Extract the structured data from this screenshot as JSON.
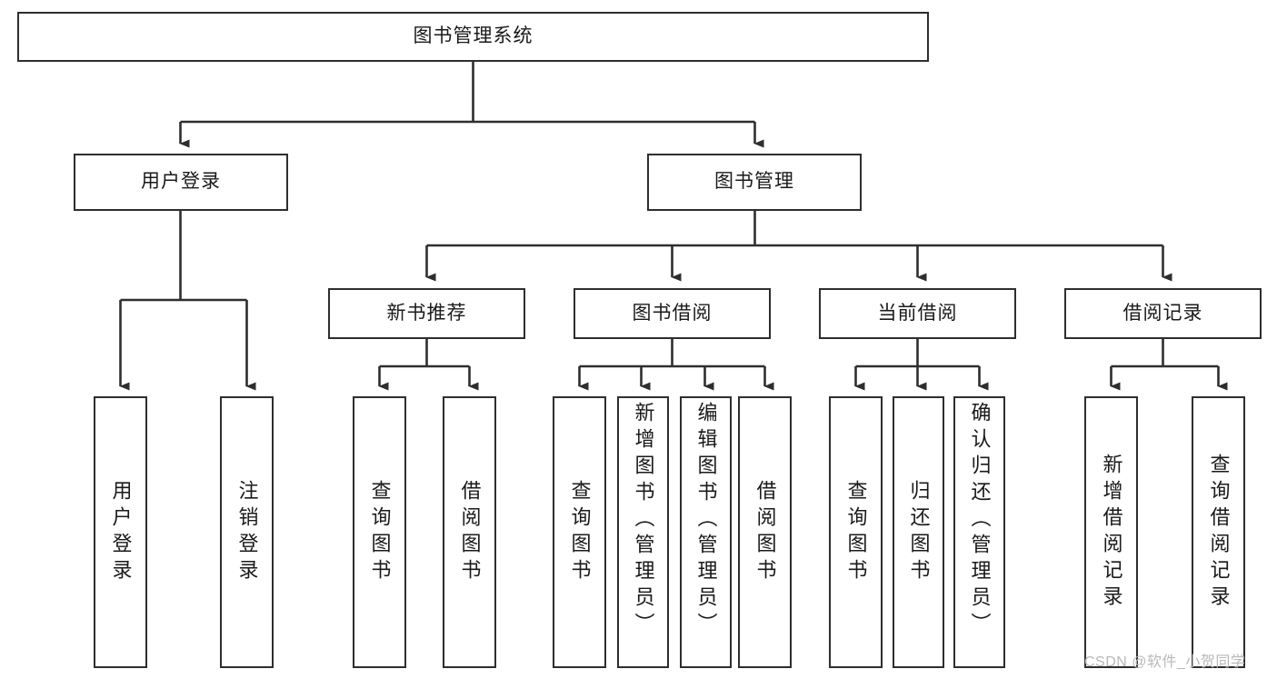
{
  "diagram": {
    "title": "图书管理系统",
    "type": "hierarchy-tree",
    "root": {
      "id": "root",
      "label": "图书管理系统"
    },
    "level2": [
      {
        "id": "user-login",
        "label": "用户登录"
      },
      {
        "id": "book-manage",
        "label": "图书管理"
      }
    ],
    "level3": [
      {
        "id": "new-book-recommend",
        "label": "新书推荐"
      },
      {
        "id": "book-borrow",
        "label": "图书借阅"
      },
      {
        "id": "current-borrow",
        "label": "当前借阅"
      },
      {
        "id": "borrow-record",
        "label": "借阅记录"
      }
    ],
    "leaves": {
      "user_login": [
        {
          "id": "leaf-user-login",
          "label": "用户登录"
        },
        {
          "id": "leaf-logout-login",
          "label": "注销登录"
        }
      ],
      "new_book_recommend": [
        {
          "id": "leaf-query-book-1",
          "label": "查询图书"
        },
        {
          "id": "leaf-borrow-book-1",
          "label": "借阅图书"
        }
      ],
      "book_borrow": [
        {
          "id": "leaf-query-book-2",
          "label": "查询图书"
        },
        {
          "id": "leaf-add-book",
          "label": "新增图书（管理员）"
        },
        {
          "id": "leaf-edit-book",
          "label": "编辑图书（管理员）"
        },
        {
          "id": "leaf-borrow-book-2",
          "label": "借阅图书"
        }
      ],
      "current_borrow": [
        {
          "id": "leaf-query-book-3",
          "label": "查询图书"
        },
        {
          "id": "leaf-return-book",
          "label": "归还图书"
        },
        {
          "id": "leaf-confirm-return",
          "label": "确认归还（管理员）"
        }
      ],
      "borrow_record": [
        {
          "id": "leaf-add-record",
          "label": "新增借阅记录"
        },
        {
          "id": "leaf-query-record",
          "label": "查询借阅记录"
        }
      ]
    }
  },
  "watermark": {
    "text": "CSDN @软件_小贺同学"
  },
  "colors": {
    "border": "#2e2e2e",
    "text": "#1a1a1a",
    "background": "#ffffff",
    "watermark": "#b9b9b9"
  }
}
